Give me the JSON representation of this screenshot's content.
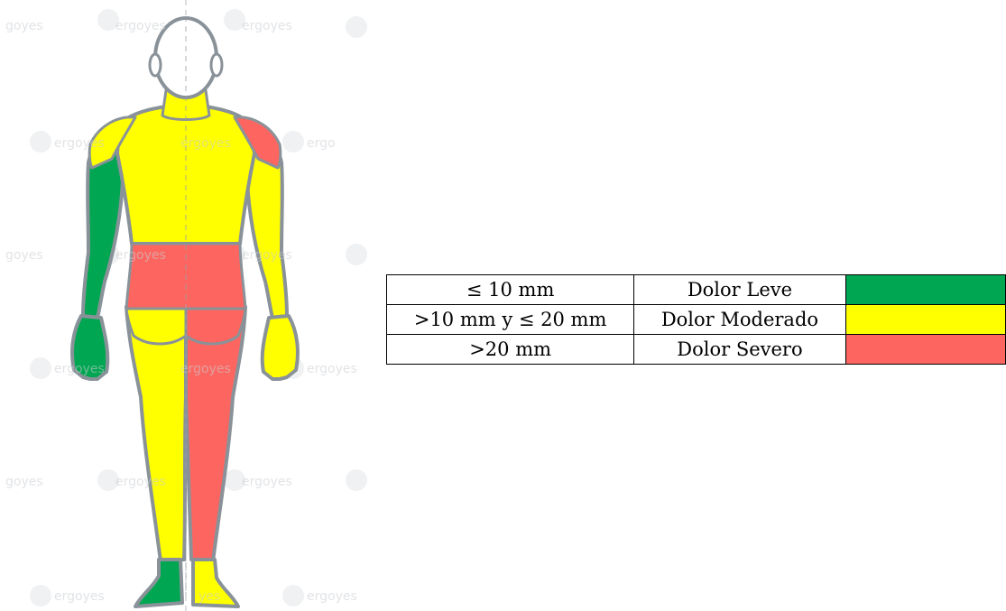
{
  "watermark": {
    "full": "ergoyes",
    "partial_prefix": "ergo",
    "partial_suffix": "yes",
    "left_fragment": "goyes",
    "fragment_ye": "ye"
  },
  "colors": {
    "green": "#00a651",
    "yellow": "#ffff00",
    "red": "#fd6660",
    "outline": "#8a9299",
    "head": "#ffffff"
  },
  "figure": {
    "regions": [
      {
        "region": "head-and-neck",
        "severity": "none"
      },
      {
        "region": "upper-back",
        "severity": "moderate"
      },
      {
        "region": "left-shoulder",
        "severity": "moderate"
      },
      {
        "region": "right-shoulder",
        "severity": "severe"
      },
      {
        "region": "left-arm-and-hand",
        "severity": "mild"
      },
      {
        "region": "right-arm-and-hand",
        "severity": "moderate"
      },
      {
        "region": "lower-back",
        "severity": "severe"
      },
      {
        "region": "left-buttock-and-leg",
        "severity": "moderate"
      },
      {
        "region": "right-buttock-and-leg",
        "severity": "severe"
      },
      {
        "region": "left-foot",
        "severity": "mild"
      },
      {
        "region": "right-foot",
        "severity": "moderate"
      }
    ]
  },
  "legend": {
    "rows": [
      {
        "range": "≤ 10 mm",
        "label": "Dolor Leve",
        "color": "#00a651"
      },
      {
        "range": ">10 mm y ≤ 20 mm",
        "label": "Dolor Moderado",
        "color": "#ffff00"
      },
      {
        "range": ">20 mm",
        "label": "Dolor Severo",
        "color": "#fd6660"
      }
    ]
  }
}
